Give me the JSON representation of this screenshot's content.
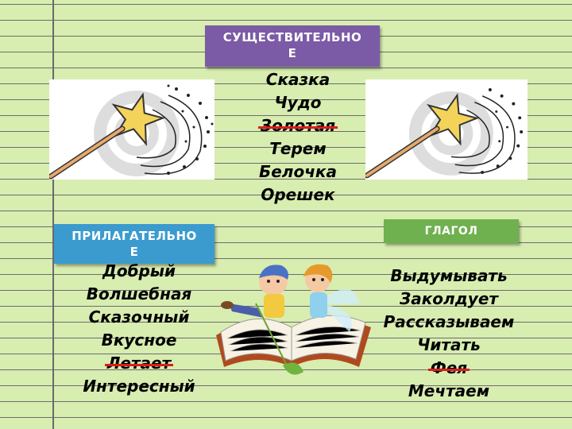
{
  "noun": {
    "label": "СУЩЕСТВИТЕЛЬНОЕ",
    "label_wrap_line1": "СУЩЕСТВИТЕЛЬНО",
    "label_wrap_line2": "Е",
    "words": [
      "Сказка",
      "Чудо",
      "Золотая",
      "Терем",
      "Белочка",
      "Орешек"
    ],
    "crossed": [
      false,
      false,
      true,
      false,
      false,
      false
    ]
  },
  "adjective": {
    "label_wrap_line1": "ПРИЛАГАТЕЛЬНО",
    "label_wrap_line2": "Е",
    "words": [
      "Добрый",
      "Волшебная",
      "Сказочный",
      "Вкусное",
      "Летает",
      "Интересный"
    ],
    "crossed": [
      false,
      false,
      false,
      false,
      true,
      false
    ]
  },
  "verb": {
    "label": "ГЛАГОЛ",
    "words": [
      "Выдумывать",
      "Заколдует",
      "Рассказываем",
      "Читать",
      "Фея",
      "Мечтаем"
    ],
    "crossed": [
      false,
      false,
      false,
      false,
      true,
      false
    ]
  },
  "colors": {
    "background": "#d8edb0",
    "noun_label": "#7b5aa6",
    "adjective_label": "#3b9bcf",
    "verb_label": "#6fb04f",
    "strike": "#d81e1e"
  },
  "icons": {
    "wand": "magic-wand-icon",
    "book": "open-book-with-children-icon"
  }
}
